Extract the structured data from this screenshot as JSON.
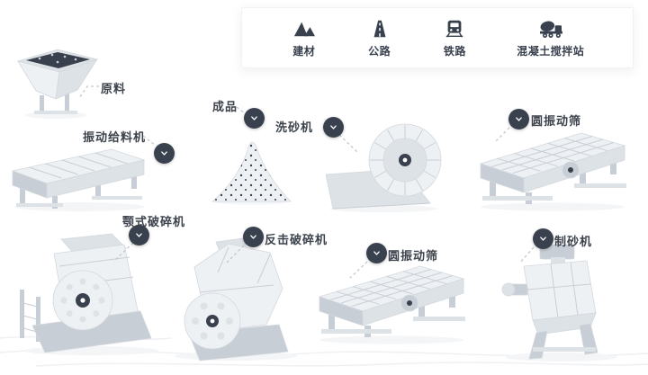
{
  "legend": {
    "items": [
      {
        "id": "building-materials",
        "label": "建材"
      },
      {
        "id": "highway",
        "label": "公路"
      },
      {
        "id": "railway",
        "label": "铁路"
      },
      {
        "id": "concrete-mixing-plant",
        "label": "混凝土搅拌站"
      }
    ]
  },
  "nodes": {
    "raw_material": {
      "label": "原料"
    },
    "vibrating_feeder": {
      "label": "振动给料机"
    },
    "finished_product": {
      "label": "成品"
    },
    "sand_washer": {
      "label": "洗砂机"
    },
    "vibrating_screen_top": {
      "label": "圆振动筛"
    },
    "jaw_crusher": {
      "label": "颚式破碎机"
    },
    "impact_crusher": {
      "label": "反击破碎机"
    },
    "vibrating_screen_bottom": {
      "label": "圆振动筛"
    },
    "sand_making_machine": {
      "label": "制砂机"
    }
  },
  "colors": {
    "badge": "#3a414e",
    "label_text": "#3d434c",
    "leader_line": "#c3c8cf",
    "machine_light": "#eef1f4",
    "machine_mid": "#dde2e7",
    "machine_dark": "#c8ced5",
    "accent_navy": "#3a414e",
    "background": "#ffffff"
  }
}
